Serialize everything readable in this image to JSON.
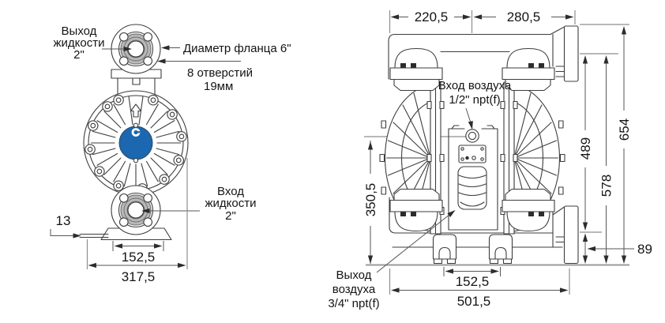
{
  "colors": {
    "accent_blue": "#1b67b0",
    "line": "#3d3d3d",
    "dimension": "#565656",
    "text": "#141414"
  },
  "front_view": {
    "fluid_outlet": [
      "Выход",
      "жидкости",
      "2\""
    ],
    "flange_diameter": "Диаметр фланца 6\"",
    "bolt_holes": [
      "8 отверстий",
      "19мм"
    ],
    "fluid_inlet": [
      "Вход",
      "жидкости",
      "2\""
    ],
    "dim_base_plate": "13",
    "dim_port_spacing": "152,5",
    "dim_overall_width": "317,5"
  },
  "side_view": {
    "dim_left_section": "220,5",
    "dim_right_section": "280,5",
    "air_inlet": [
      "Вход воздуха",
      "1/2\" npt(f)"
    ],
    "air_exhaust": [
      "Выход",
      "воздуха",
      "3/4\" npt(f)"
    ],
    "dim_inlet_height": "350,5",
    "dim_flange_span": "489",
    "dim_flange_height": "578",
    "dim_overall_height": "654",
    "dim_flange_to_base": "89",
    "dim_foot_spacing": "152,5",
    "dim_overall_width": "501,5"
  }
}
